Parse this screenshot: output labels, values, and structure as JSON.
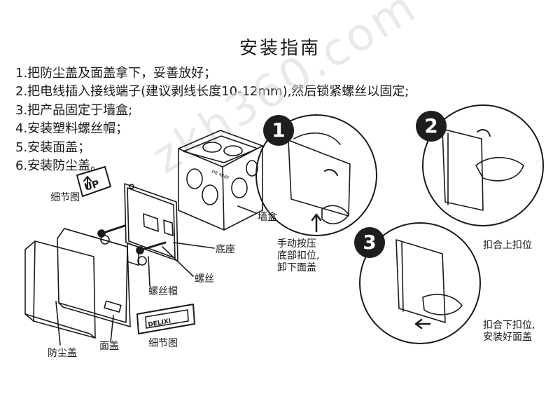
{
  "title": "安装指南",
  "steps": [
    "1.把防尘盖及面盖拿下，妥善放好；",
    "2.把电线插入接线端子(建议剥线长度10-12mm),然后锁紧螺丝以固定;",
    "3.把产品固定于墙盒;",
    "4.安装塑料螺丝帽；",
    "5.安装面盖；",
    "6.安装防尘盖。"
  ],
  "parts": {
    "detail_up": "细节图",
    "wall_box": "墙盒",
    "base": "底座",
    "screw": "螺丝",
    "screw_cap": "螺丝帽",
    "dust_cover": "防尘盖",
    "face_cover": "面盖",
    "detail_logo": "细节图"
  },
  "stamps": {
    "up": "UP",
    "brand": "DELIXI",
    "wall_box_text": "DB 4B8E"
  },
  "watermark": "zkh360.com",
  "panels": [
    {
      "number": "1",
      "caption": [
        "手动按压",
        "底部扣位,",
        "卸下面盖"
      ]
    },
    {
      "number": "2",
      "caption": [
        "扣合上扣位"
      ]
    },
    {
      "number": "3",
      "caption": [
        "扣合下扣位,",
        "安装好面盖"
      ]
    }
  ],
  "colors": {
    "ink": "#1a1a1a",
    "badge": "#1e1e1e",
    "watermark": "#d8d8d8"
  }
}
